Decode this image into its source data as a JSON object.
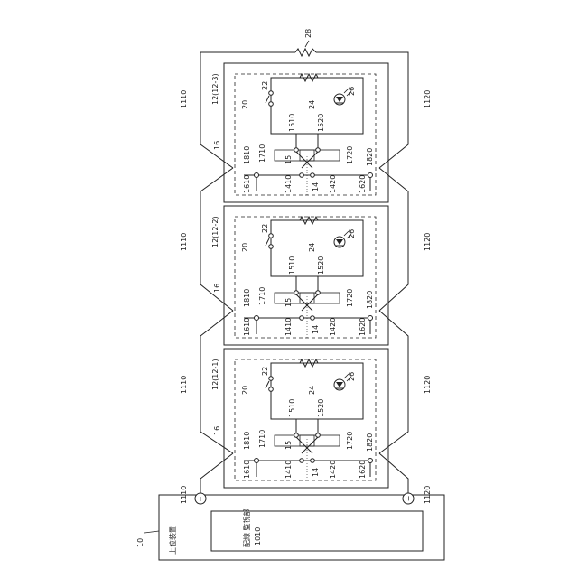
{
  "host": {
    "ref": "10",
    "title": "上位装置",
    "controller_name": "配線 監視部",
    "controller_ref": "1010",
    "plus": "+",
    "minus": "−"
  },
  "wiring": {
    "resistor_28": "28"
  },
  "modules": [
    {
      "id": "12(12-3)",
      "left_wire_ref": "1110",
      "right_wire_ref": "1120",
      "labels": {
        "r20": "20",
        "r22": "22",
        "r24": "24",
        "r26": "26",
        "r1510": "1510",
        "r1520": "1520",
        "r16": "16",
        "r1810": "1810",
        "r1710": "1710",
        "r15": "15",
        "r1720": "1720",
        "r1820": "1820",
        "r1610": "1610",
        "r1410": "1410",
        "r14": "14",
        "r1420": "1420",
        "r1620": "1620"
      }
    },
    {
      "id": "12(12-2)",
      "left_wire_ref": "1110",
      "right_wire_ref": "1120",
      "labels": {
        "r20": "20",
        "r22": "22",
        "r24": "24",
        "r26": "26",
        "r1510": "1510",
        "r1520": "1520",
        "r16": "16",
        "r1810": "1810",
        "r1710": "1710",
        "r15": "15",
        "r1720": "1720",
        "r1820": "1820",
        "r1610": "1610",
        "r1410": "1410",
        "r14": "14",
        "r1420": "1420",
        "r1620": "1620"
      }
    },
    {
      "id": "12(12-1)",
      "left_wire_ref": "1110",
      "right_wire_ref": "1120",
      "labels": {
        "r20": "20",
        "r22": "22",
        "r24": "24",
        "r26": "26",
        "r1510": "1510",
        "r1520": "1520",
        "r16": "16",
        "r1810": "1810",
        "r1710": "1710",
        "r15": "15",
        "r1720": "1720",
        "r1820": "1820",
        "r1610": "1610",
        "r1410": "1410",
        "r14": "14",
        "r1420": "1420",
        "r1620": "1620"
      }
    }
  ],
  "bottom_left_wire_ref": "1110",
  "bottom_right_wire_ref": "1120"
}
